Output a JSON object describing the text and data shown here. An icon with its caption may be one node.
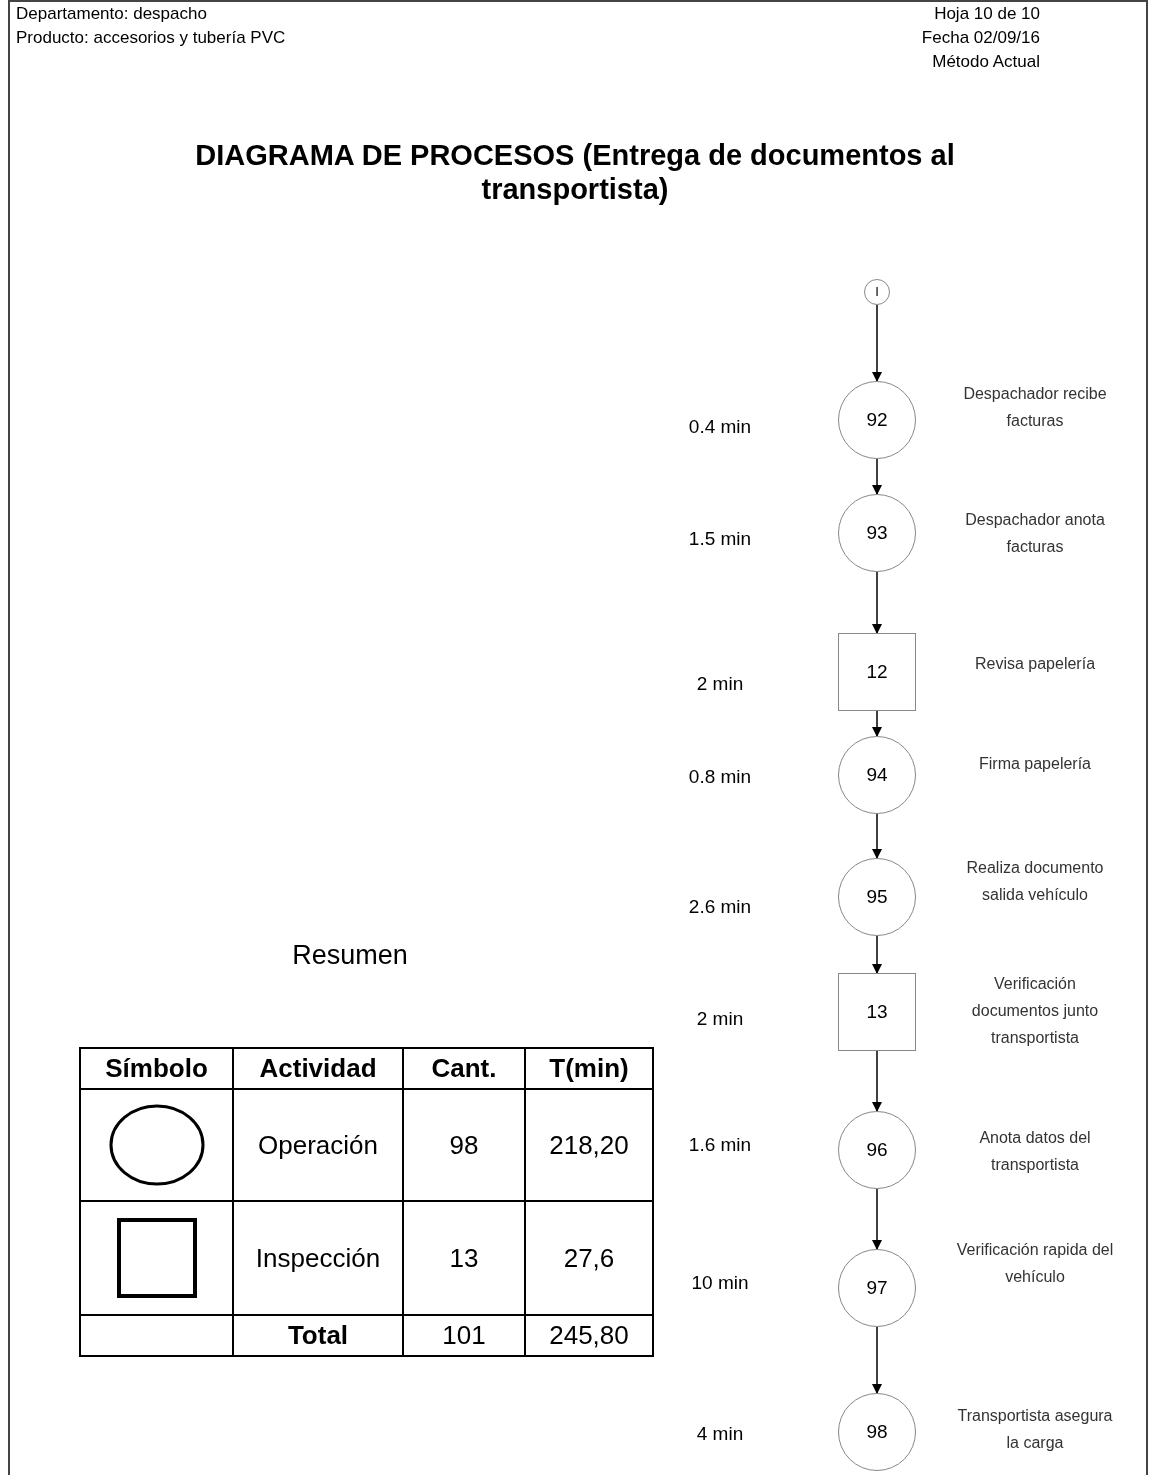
{
  "diagram": {
    "title": "DIAGRAMA DE PROCESOS (Entrega de documentos al transportista)",
    "nodes": [
      {
        "text": [
          "I"
        ]
      },
      {
        "text": [
          "92"
        ],
        "beside": [
          "Despachador recibe facturas"
        ]
      },
      {
        "text": [
          "93"
        ],
        "beside": [
          "Despachador anota facturas"
        ]
      },
      {
        "text": [
          "12"
        ],
        "beside": [
          "Revisa papelería"
        ]
      },
      {
        "text": [
          "94"
        ],
        "beside": [
          "Firma papelería"
        ]
      },
      {
        "text": [
          "95"
        ],
        "beside": [
          "Realiza documento salida vehículo"
        ]
      },
      {
        "text": [
          "13"
        ],
        "beside": [
          "Verificación documentos junto transportista"
        ]
      },
      {
        "text": [
          "96"
        ],
        "beside": [
          "Anota datos del transportista"
        ]
      },
      {
        "text": [
          "97"
        ],
        "beside": [
          "Verificación rapida del vehículo"
        ]
      },
      {
        "text": [
          "98"
        ],
        "beside": [
          "Transportista asegura la carga"
        ]
      }
    ],
    "edges": [
      {
        "from": 0,
        "to": 1,
        "arrow": "to"
      },
      {
        "from": 1,
        "to": 2,
        "arrow": "to"
      },
      {
        "from": 2,
        "to": 3,
        "arrow": "to"
      },
      {
        "from": 3,
        "to": 4,
        "arrow": "to"
      },
      {
        "from": 4,
        "to": 5,
        "arrow": "to"
      },
      {
        "from": 5,
        "to": 6,
        "arrow": "to"
      },
      {
        "from": 6,
        "to": 7,
        "arrow": "to"
      },
      {
        "from": 7,
        "to": 8,
        "arrow": "to"
      },
      {
        "from": 8,
        "to": 9,
        "arrow": "to"
      }
    ],
    "labels": [
      "Departamento: despacho",
      "Producto: accesorios y tubería PVC",
      "Hoja 10 de 10",
      "Fecha 02/09/16",
      "Método Actual",
      "0.4 min",
      "1.5 min",
      "2 min",
      "0.8 min",
      "2.6 min",
      "2 min",
      "1.6 min",
      "10 min",
      "4 min",
      "Resumen",
      "Símbolo",
      "Actividad",
      "Cant.",
      "T(min)",
      "Operación",
      "98",
      "218,20",
      "Inspección",
      "13",
      "27,6",
      "Total",
      "101",
      "245,80"
    ]
  }
}
